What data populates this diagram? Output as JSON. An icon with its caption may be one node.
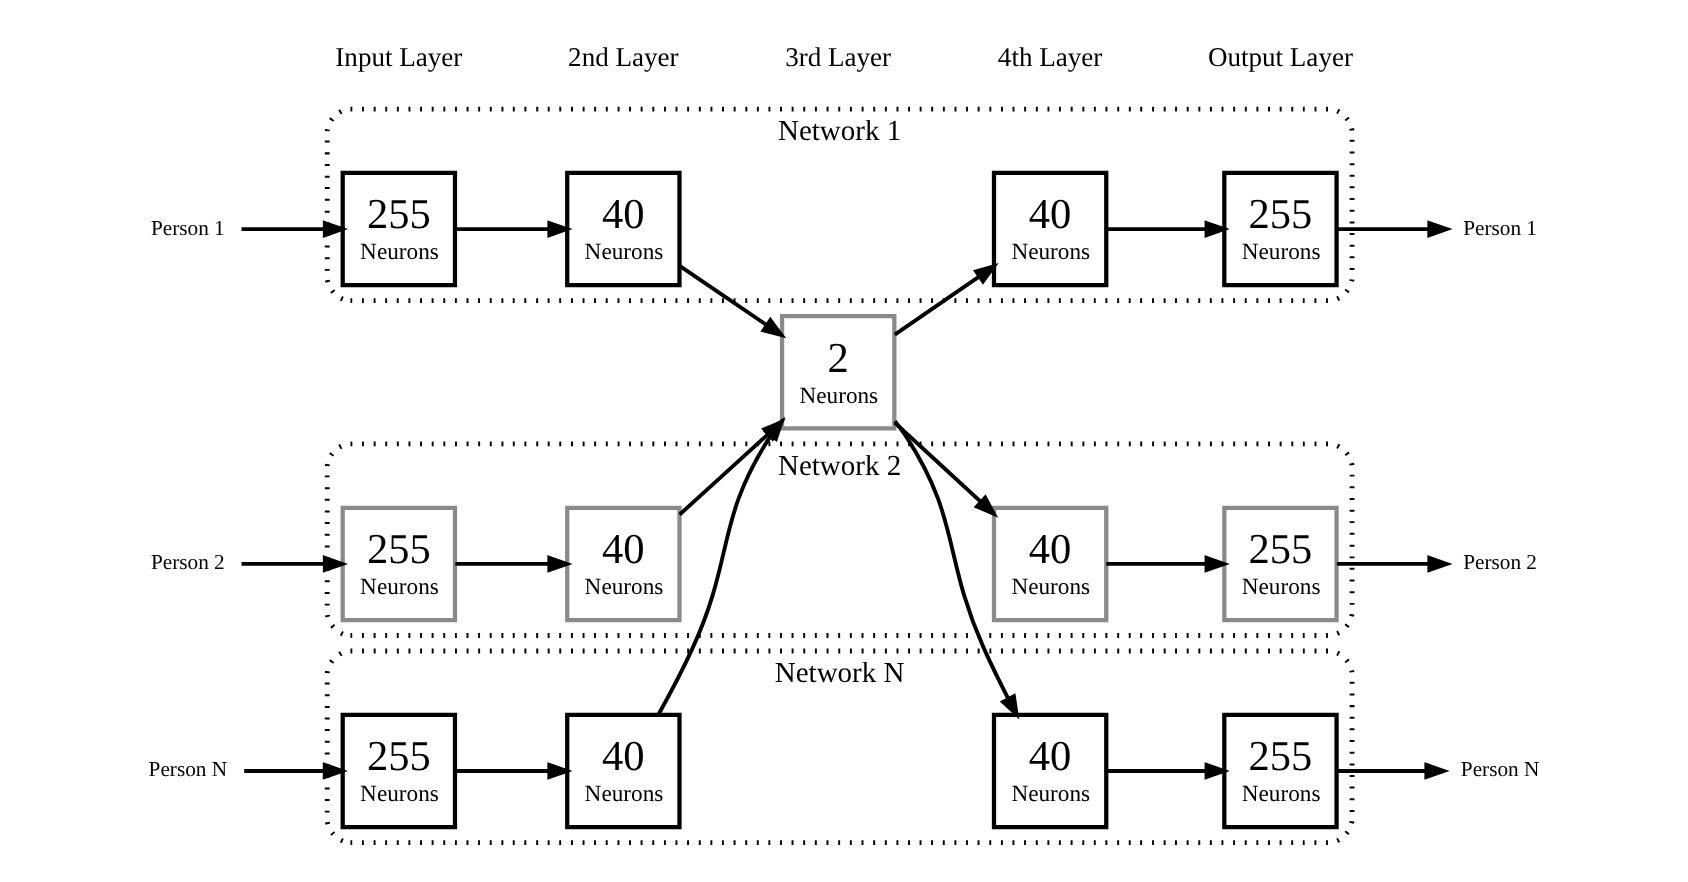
{
  "diagram": {
    "nodes": [
      {
        "text": [
          "Person 1"
        ]
      },
      {
        "text": [
          "Network 1"
        ]
      },
      {
        "text": [
          "255",
          "Neurons"
        ],
        "in": 1
      },
      {
        "text": [
          "40",
          "Neurons"
        ],
        "in": 1
      },
      {
        "text": [
          "40",
          "Neurons"
        ],
        "in": 1
      },
      {
        "text": [
          "255",
          "Neurons"
        ],
        "in": 1
      },
      {
        "text": [
          "Person 1"
        ]
      },
      {
        "text": [
          "Person 2"
        ]
      },
      {
        "text": [
          "Network 2"
        ]
      },
      {
        "text": [
          "255",
          "Neurons"
        ],
        "in": 8
      },
      {
        "text": [
          "40",
          "Neurons"
        ],
        "in": 8
      },
      {
        "text": [
          "40",
          "Neurons"
        ],
        "in": 8
      },
      {
        "text": [
          "255",
          "Neurons"
        ],
        "in": 8
      },
      {
        "text": [
          "Person 2"
        ]
      },
      {
        "text": [
          "2",
          "Neurons"
        ]
      },
      {
        "text": [
          "Person N"
        ]
      },
      {
        "text": [
          "Network N"
        ]
      },
      {
        "text": [
          "255",
          "Neurons"
        ],
        "in": 16
      },
      {
        "text": [
          "40",
          "Neurons"
        ],
        "in": 16
      },
      {
        "text": [
          "40",
          "Neurons"
        ],
        "in": 16
      },
      {
        "text": [
          "255",
          "Neurons"
        ],
        "in": 16
      },
      {
        "text": [
          "Person N"
        ]
      }
    ],
    "edges": [
      {
        "from": 0,
        "to": 2,
        "arrow": "to"
      },
      {
        "from": 2,
        "to": 3,
        "arrow": "to"
      },
      {
        "from": 3,
        "to": 14,
        "arrow": "to"
      },
      {
        "from": 14,
        "to": 4,
        "arrow": "to"
      },
      {
        "from": 4,
        "to": 5,
        "arrow": "to"
      },
      {
        "from": 5,
        "to": 6,
        "arrow": "to"
      },
      {
        "from": 7,
        "to": 9,
        "arrow": "to"
      },
      {
        "from": 9,
        "to": 10,
        "arrow": "to"
      },
      {
        "from": 10,
        "to": 14,
        "arrow": "to"
      },
      {
        "from": 14,
        "to": 11,
        "arrow": "to"
      },
      {
        "from": 11,
        "to": 12,
        "arrow": "to"
      },
      {
        "from": 12,
        "to": 13,
        "arrow": "to"
      },
      {
        "from": 15,
        "to": 17,
        "arrow": "to"
      },
      {
        "from": 17,
        "to": 18,
        "arrow": "to"
      },
      {
        "from": 18,
        "to": 14,
        "arrow": "to"
      },
      {
        "from": 14,
        "to": 19,
        "arrow": "to"
      },
      {
        "from": 19,
        "to": 20,
        "arrow": "to"
      },
      {
        "from": 20,
        "to": 21,
        "arrow": "to"
      }
    ],
    "labels": [
      "Input Layer",
      "2nd Layer",
      "3rd Layer",
      "4th Layer",
      "Output Layer"
    ]
  }
}
